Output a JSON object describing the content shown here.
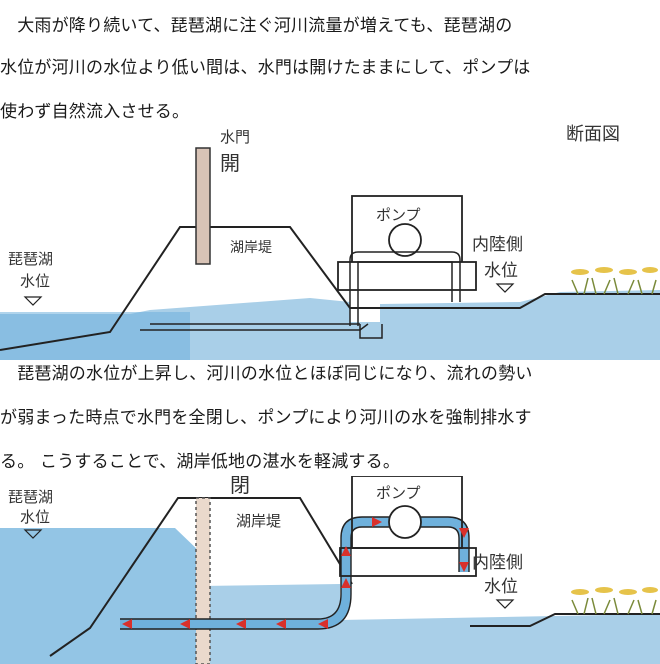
{
  "paragraph1": {
    "line1": "　大雨が降り続いて、琵琶湖に注ぐ河川流量が増えても、琵琶湖の",
    "line2": "水位が河川の水位より低い間は、水門は開けたままにして、ポンプは",
    "line3": "使わず自然流入させる。"
  },
  "diagram1": {
    "section_title": "断面図",
    "gate_label": "水門",
    "gate_state": "開",
    "embankment_label": "湖岸堤",
    "pump_label": "ポンプ",
    "lake_level_label_1": "琵琶湖",
    "lake_level_label_2": "水位",
    "inland_level_label_1": "内陸側",
    "inland_level_label_2": "水位"
  },
  "paragraph2": {
    "line1": "　琵琶湖の水位が上昇し、河川の水位とほぼ同じになり、流れの勢い",
    "line2": "が弱まった時点で水門を全閉し、ポンプにより河川の水を強制排水す",
    "line3": "る。 こうすることで、湖岸低地の湛水を軽減する。"
  },
  "diagram2": {
    "gate_state": "閉",
    "embankment_label": "湖岸堤",
    "pump_label": "ポンプ",
    "lake_level_label_1": "琵琶湖",
    "lake_level_label_2": "水位",
    "inland_level_label_1": "内陸側",
    "inland_level_label_2": "水位"
  },
  "colors": {
    "water": "#a9cfe8",
    "water_deep": "#6fb1dc",
    "gate": "#d8c3b6",
    "arrow": "#d9302b",
    "line": "#222222"
  }
}
